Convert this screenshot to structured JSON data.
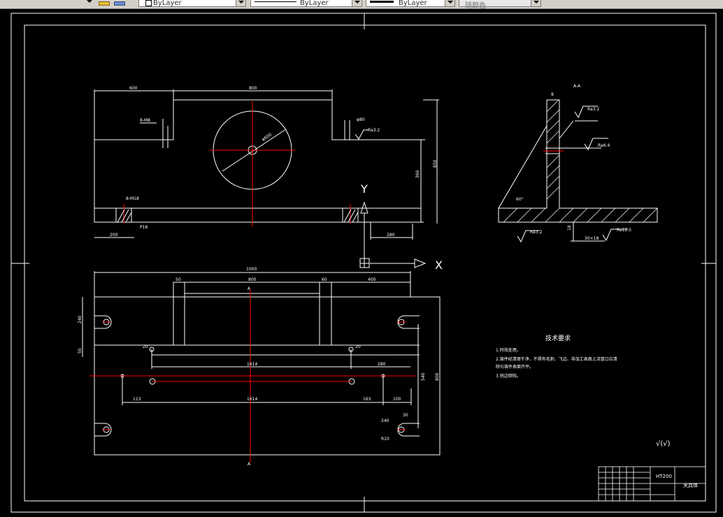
{
  "toolbar": {
    "layer_combo": {
      "label": "ByLayer"
    },
    "linetype_combo": {
      "label": "ByLayer"
    },
    "lineweight_combo": {
      "label": "ByLayer"
    },
    "color_combo": {
      "label": "随颜色"
    }
  },
  "drawing": {
    "front_view": {
      "dims": {
        "top_left": "600",
        "top_main": "800",
        "height_right": "850",
        "height_mid": "360",
        "bottom_left": "200",
        "bottom_right": "280"
      },
      "hole_note": "8-M8",
      "hole_note2": "8-M18",
      "phi_note": "φ80",
      "circle_note": "φ600",
      "roughness": "Ra3.2",
      "section_marker": "P18"
    },
    "section_view": {
      "label": "A-A",
      "thickness": "8",
      "roughness_1": "Ra3.2",
      "roughness_2": "Ra6.4",
      "roughness_3": "Ra3.2",
      "roughness_4": "Ra12.5",
      "angle": "60°",
      "dim_18": "18",
      "weld_note": "30×18"
    },
    "ucs": {
      "x_label": "X",
      "y_label": "Y"
    },
    "top_view": {
      "dims": {
        "overall": "1000",
        "d50": "50",
        "d800": "800",
        "d60": "60",
        "d400": "400",
        "left_240": "240",
        "left_50": "50",
        "r_20a": "20",
        "r_20b": "20",
        "mid_1614": "1614",
        "mid_280": "280",
        "bot_113": "113",
        "bot_1614": "1614",
        "bot_163": "163",
        "bot_100": "100",
        "right_540": "540",
        "right_800": "800",
        "slot_r": "R10",
        "slot_w": "30",
        "slot_l": "240"
      },
      "section_a_top": "A",
      "section_a_bottom": "A"
    },
    "tech_requirements": {
      "title": "技术要求",
      "items": [
        "1.时效处理。",
        "2.铸件经清理干净，不得有毛刺、飞边、非加工表面上浇冒口应清",
        "除与铸件表面齐平。",
        "3.锐边倒钝。"
      ]
    },
    "roughness_general": "√(√)",
    "title_block": {
      "material": "HT200",
      "name": "夹具体"
    }
  }
}
